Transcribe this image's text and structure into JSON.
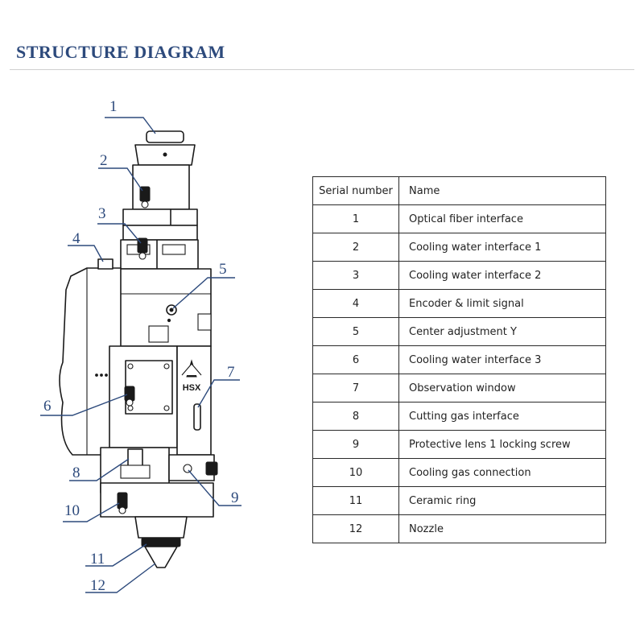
{
  "title": "STRUCTURE DIAGRAM",
  "table": {
    "header": {
      "serial": "Serial number",
      "name": "Name"
    },
    "rows": [
      {
        "serial": "1",
        "name": "Optical fiber interface"
      },
      {
        "serial": "2",
        "name": "Cooling water interface 1"
      },
      {
        "serial": "3",
        "name": "Cooling water interface 2"
      },
      {
        "serial": "4",
        "name": "Encoder & limit signal"
      },
      {
        "serial": "5",
        "name": "Center adjustment Y"
      },
      {
        "serial": "6",
        "name": "Cooling water interface 3"
      },
      {
        "serial": "7",
        "name": "Observation window"
      },
      {
        "serial": "8",
        "name": "Cutting gas interface"
      },
      {
        "serial": "9",
        "name": "Protective lens 1 locking screw"
      },
      {
        "serial": "10",
        "name": "Cooling gas connection"
      },
      {
        "serial": "11",
        "name": "Ceramic ring"
      },
      {
        "serial": "12",
        "name": "Nozzle"
      }
    ]
  },
  "callouts": [
    "1",
    "2",
    "3",
    "4",
    "5",
    "6",
    "7",
    "8",
    "9",
    "10",
    "11",
    "12"
  ],
  "logo_text": "HSX",
  "colors": {
    "title": "#2d4a7c",
    "callout": "#2d4a7c",
    "outline": "#1a1a1a"
  }
}
